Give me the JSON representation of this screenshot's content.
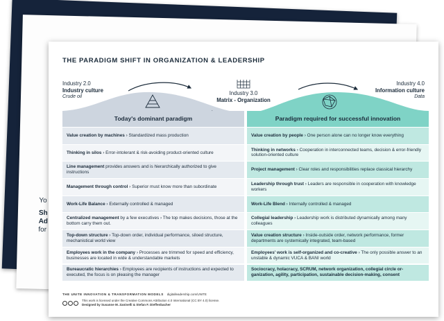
{
  "peek_text": {
    "line1": "Yo",
    "line2": "Sh",
    "line3": "Ad",
    "line4": "for"
  },
  "title": "THE PARADIGM SHIFT IN ORGANIZATION & LEADERSHIP",
  "headers": {
    "left": {
      "line1": "Industry 2.0",
      "line2": "Industry culture",
      "line3": "Crude oil"
    },
    "mid": {
      "line1": "Industry 3.0",
      "line2": "Matrix - Organization"
    },
    "right": {
      "line1": "Industry 4.0",
      "line2": "Information culture",
      "line3": "Data"
    }
  },
  "columns": {
    "left": "Today's dominant paradigm",
    "right": "Paradigm required for successful innovation"
  },
  "rows": [
    {
      "l_b": "Value creation by machines",
      "l_t": " › Standardized mass production",
      "r_b": "Value creation by people",
      "r_t": " › One person alone can no longer know everything"
    },
    {
      "l_b": "Thinking in silos",
      "l_t": " › Error-intolerant & risk-avoiding product-oriented culture",
      "r_b": "Thinking in networks",
      "r_t": " › Cooperation in interconnected teams, decision & error-friendly solution-oriented culture"
    },
    {
      "l_b": "Line management",
      "l_t": " provides answers and is hierarchically authorized to give instructions",
      "r_b": "Project management",
      "r_t": " › Clear roles and responsibilities replace classical hierarchy"
    },
    {
      "l_b": "Management through control",
      "l_t": " › Superior must know more than subordinate",
      "r_b": "Leadership through trust",
      "r_t": " › Leaders are responsible in cooperation with knowledge workers"
    },
    {
      "l_b": "Work-Life Balance",
      "l_t": " › Externally controlled & managed",
      "r_b": "Work-Life Blend",
      "r_t": " › Internally controlled & managed"
    },
    {
      "l_b": "Centralized management",
      "l_t": " by a few executives › The top makes decisions, those at the bottom carry them out.",
      "r_b": "Collegial leadership",
      "r_t": " › Leadership work is distributed dynamically among many colleagues"
    },
    {
      "l_b": "Top-down structure",
      "l_t": " › Top-down order, individual performance, siloed structure, mechanistical world view",
      "r_b": "Value creation structure",
      "r_t": " › Inside-outside order, network performance, former departments are systemically integrated, team-based"
    },
    {
      "l_b": "Employees work in the company",
      "l_t": " › Processes are trimmed for speed and efficiency, businesses are located in wide & understandable markets",
      "r_b": "Employees' work is self-organized and co-creative",
      "r_t": " › The only possible answer to an unstable & dynamic VUCA & BANI world"
    },
    {
      "l_b": "Bureaucratic hierarchies",
      "l_t": " › Employees are recipients of instructions and expected to executed, the focus is on pleasing the manager",
      "r_b": "Sociocracy, holacracy, SCRUM, network organization, collegial circle or-ganization, agility, participation, sustainable decision-making, consent",
      "r_t": ""
    }
  ],
  "footer": {
    "brand": "THE UNITE INNOVATION & TRANSFORMATION MODELS",
    "url": "digitalleadership.com/UNITE",
    "license": "This work is licensed under the Creative Commons Attribution 4.0 International (CC BY 4.0) license.",
    "design": "Designed by Susanne M. Zaninelli & Stefan F. Dieffenbacher"
  },
  "colors": {
    "dark_navy": "#15233a",
    "left_header": "#cdd5df",
    "left_row_a": "#e4e9ef",
    "left_row_b": "#f3f5f8",
    "right_header": "#7fd3c6",
    "right_row_a": "#bfe8e1",
    "right_row_b": "#e6f6f3"
  }
}
